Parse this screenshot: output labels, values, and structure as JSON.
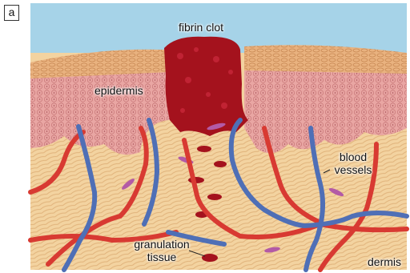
{
  "panel_label": "a",
  "labels": {
    "fibrin_clot": "fibrin clot",
    "epidermis": "epidermis",
    "blood_vessels_line1": "blood",
    "blood_vessels_line2": "vessels",
    "granulation_line1": "granulation",
    "granulation_line2": "tissue",
    "dermis": "dermis"
  },
  "colors": {
    "sky": "#9fcfe6",
    "upper_layer": "#e8b07e",
    "epidermis": "#e7a2a0",
    "dermis": "#f2cf9a",
    "clot": "#a8101c",
    "artery": "#d83a32",
    "vein": "#4f6fb6",
    "fibroblast": "#b35aa6"
  }
}
